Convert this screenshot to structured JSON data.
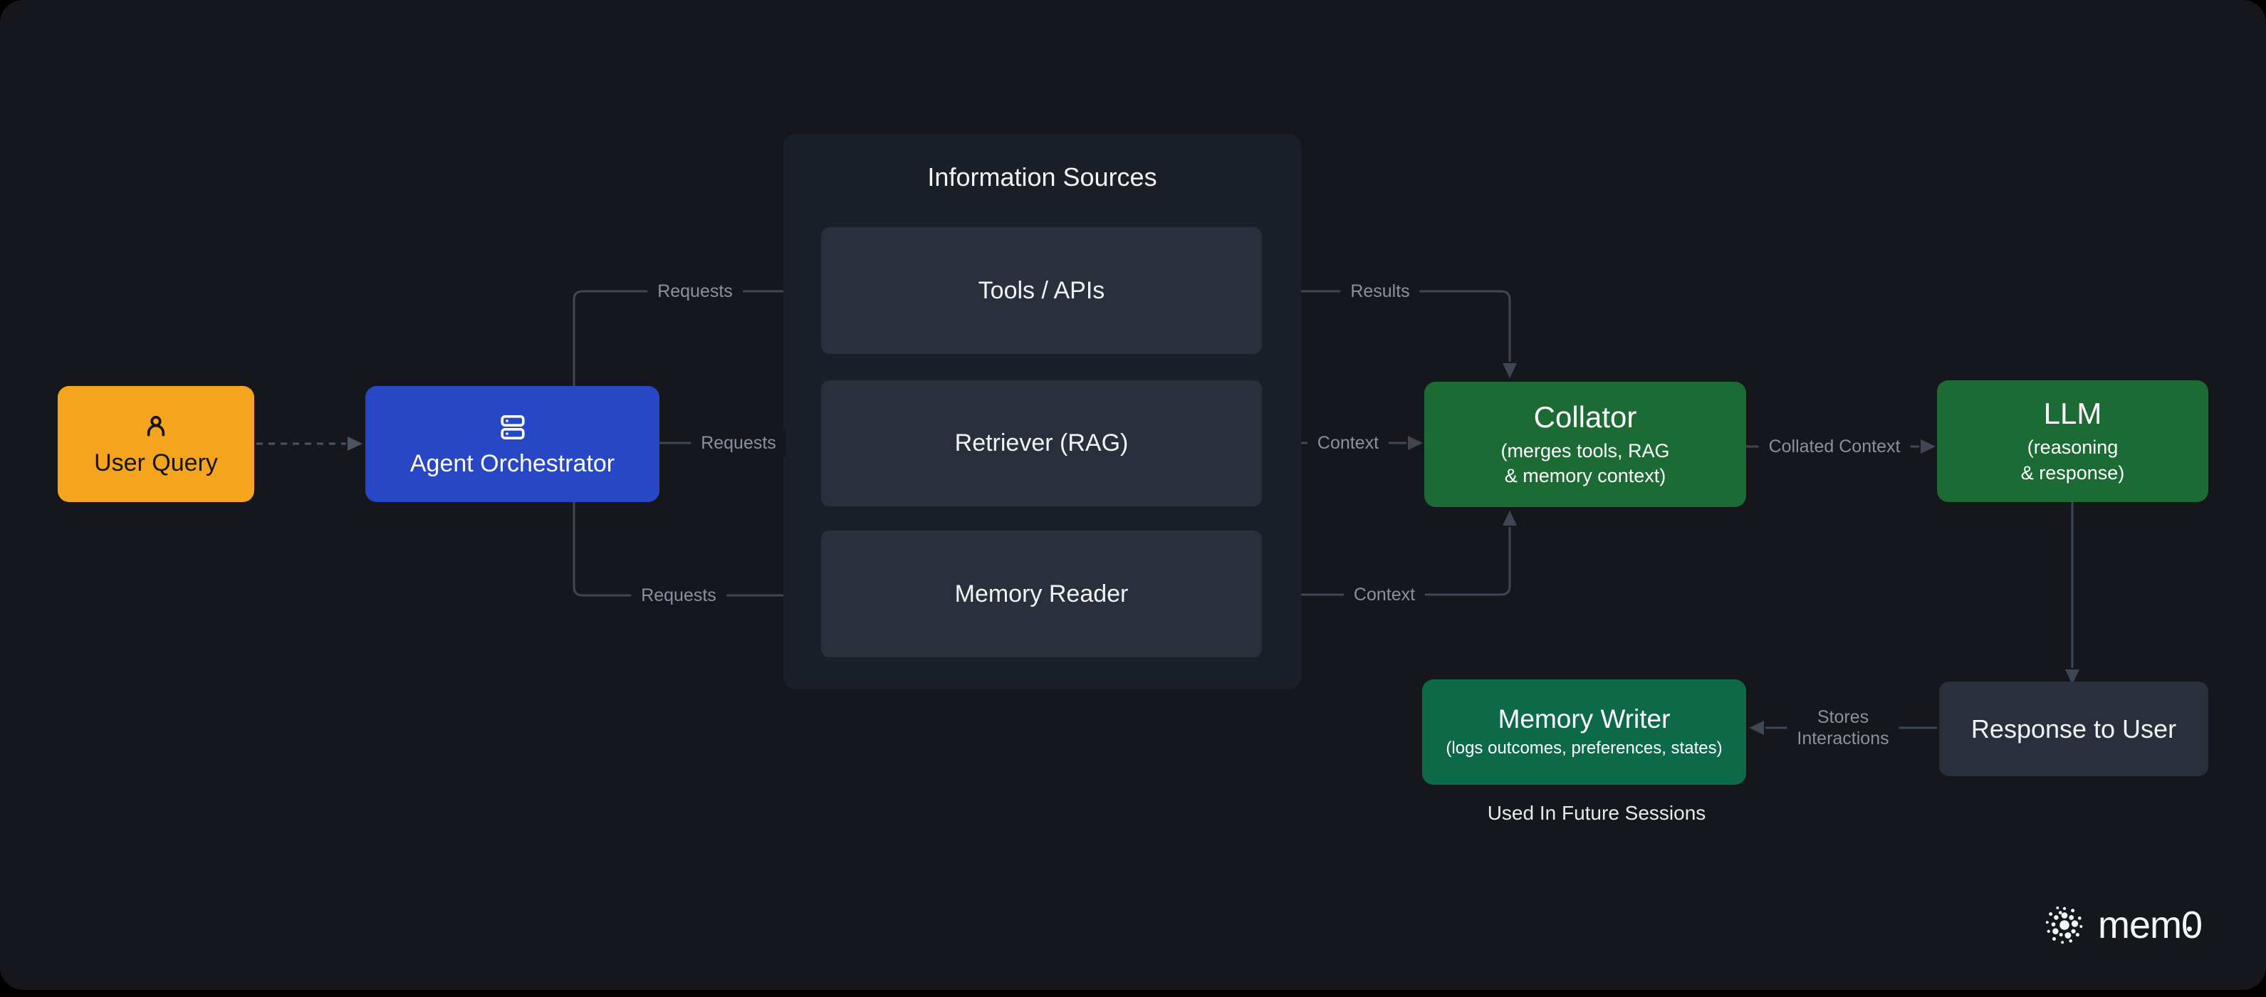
{
  "diagram": {
    "nodes": {
      "user_query": {
        "label": "User Query",
        "icon": "person-icon",
        "color": "#F5A41D"
      },
      "agent_orchestrator": {
        "label": "Agent Orchestrator",
        "icon": "server-stack-icon",
        "color": "#2847C4"
      },
      "information_sources": {
        "title": "Information Sources",
        "color": "#1B1F27",
        "children": [
          "Tools / APIs",
          "Retriever (RAG)",
          "Memory Reader"
        ]
      },
      "tools_apis": {
        "label": "Tools / APIs",
        "color": "#2A303B"
      },
      "retriever": {
        "label": "Retriever (RAG)",
        "color": "#2A303B"
      },
      "memory_reader": {
        "label": "Memory Reader",
        "color": "#2A303B"
      },
      "collator": {
        "title": "Collator",
        "subtitle": "(merges tools, RAG\n& memory context)",
        "color": "#1C6B35"
      },
      "llm": {
        "title": "LLM",
        "subtitle": "(reasoning\n& response)",
        "color": "#1C6B35"
      },
      "memory_writer": {
        "title": "Memory Writer",
        "subtitle": "(logs outcomes, preferences, states)",
        "color": "#0C6A49"
      },
      "response": {
        "label": "Response to User",
        "color": "#2A303B"
      }
    },
    "edges": {
      "user_to_orchestrator": {
        "label": "",
        "style": "dashed"
      },
      "requests_top": {
        "label": "Requests"
      },
      "requests_mid": {
        "label": "Requests"
      },
      "requests_bottom": {
        "label": "Requests"
      },
      "results": {
        "label": "Results"
      },
      "context_mid": {
        "label": "Context"
      },
      "context_bottom": {
        "label": "Context"
      },
      "collated_context": {
        "label": "Collated Context"
      },
      "stores_interactions": {
        "label": "Stores\nInteractions"
      }
    },
    "notes": {
      "future_sessions": "Used In Future Sessions"
    },
    "logo": {
      "text": "mem0",
      "mark": "mem0-dot-mark"
    },
    "colors": {
      "background": "#15171C",
      "panel": "#1B1F27",
      "slate_box": "#2A303B",
      "edge_line": "#3F4754",
      "edge_label_text": "#8A919E",
      "note_text": "#E8EAED"
    }
  }
}
